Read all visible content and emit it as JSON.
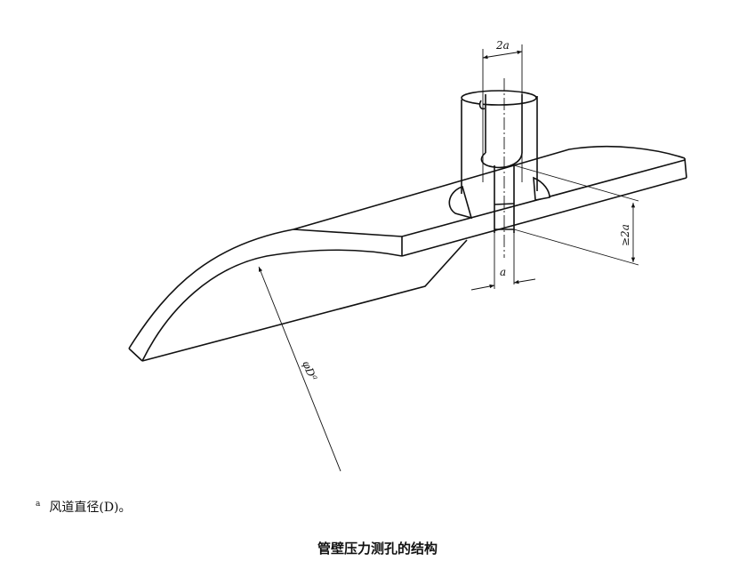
{
  "figure": {
    "labels": {
      "top_width": "2a",
      "bore_width": "a",
      "depth": "≥2a",
      "diameter": "φD",
      "diameter_note_mark": "a"
    },
    "footnote": {
      "mark": "a",
      "text": "风道直径(D)。"
    },
    "caption": "管壁压力测孔的结构"
  }
}
